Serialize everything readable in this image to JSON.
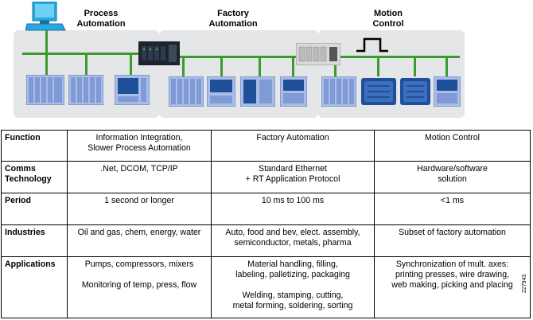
{
  "diagram": {
    "sections": [
      {
        "title": "Process\nAutomation"
      },
      {
        "title": "Factory\nAutomation"
      },
      {
        "title": "Motion\nControl"
      }
    ],
    "colors": {
      "bus": "#3c9a2e",
      "panel": "#e4e6e8",
      "device": "#a9bde6",
      "device_dark": "#1f4f99",
      "pc": "#27a9df"
    },
    "icons": [
      "computer-icon",
      "network-switch-icon",
      "plc-rack-icon",
      "hmi-panel-icon",
      "drive-icon",
      "motor-icon",
      "pulse-icon"
    ]
  },
  "table": {
    "rows": [
      {
        "header": "Function",
        "cells": [
          {
            "lines": [
              "Information Integration,",
              "Slower Process Automation"
            ]
          },
          {
            "lines": [
              "Factory Automation"
            ]
          },
          {
            "lines": [
              "Motion Control"
            ]
          }
        ]
      },
      {
        "header_lines": [
          "Comms",
          "Technology"
        ],
        "cells": [
          {
            "lines": [
              ".Net, DCOM, TCP/IP"
            ]
          },
          {
            "lines": [
              "Standard Ethernet",
              "+ RT Application Protocol"
            ]
          },
          {
            "lines": [
              "Hardware/software",
              "solution"
            ]
          }
        ]
      },
      {
        "header": "Period",
        "cells": [
          {
            "lines": [
              "1 second or longer"
            ]
          },
          {
            "lines": [
              "10 ms to 100 ms"
            ]
          },
          {
            "lines": [
              "<1 ms"
            ]
          }
        ]
      },
      {
        "header": "Industries",
        "cells": [
          {
            "lines": [
              "Oil and gas, chem, energy, water"
            ]
          },
          {
            "lines": [
              "Auto, food and bev, elect. assembly,",
              "semiconductor, metals, pharma"
            ]
          },
          {
            "lines": [
              "Subset of factory automation"
            ]
          }
        ]
      },
      {
        "header": "Applications",
        "cells": [
          {
            "lines": [
              "Pumps, compressors, mixers",
              "",
              "Monitoring of temp, press, flow"
            ]
          },
          {
            "lines": [
              "Material handling, filling,",
              "labeling, palletizing, packaging",
              "",
              "Welding, stamping, cutting,",
              "metal forming, soldering, sorting"
            ]
          },
          {
            "lines": [
              "Synchronization of mult. axes:",
              "printing presses, wire drawing,",
              "web making, picking and placing"
            ]
          }
        ]
      }
    ]
  },
  "figure_id": "227943"
}
